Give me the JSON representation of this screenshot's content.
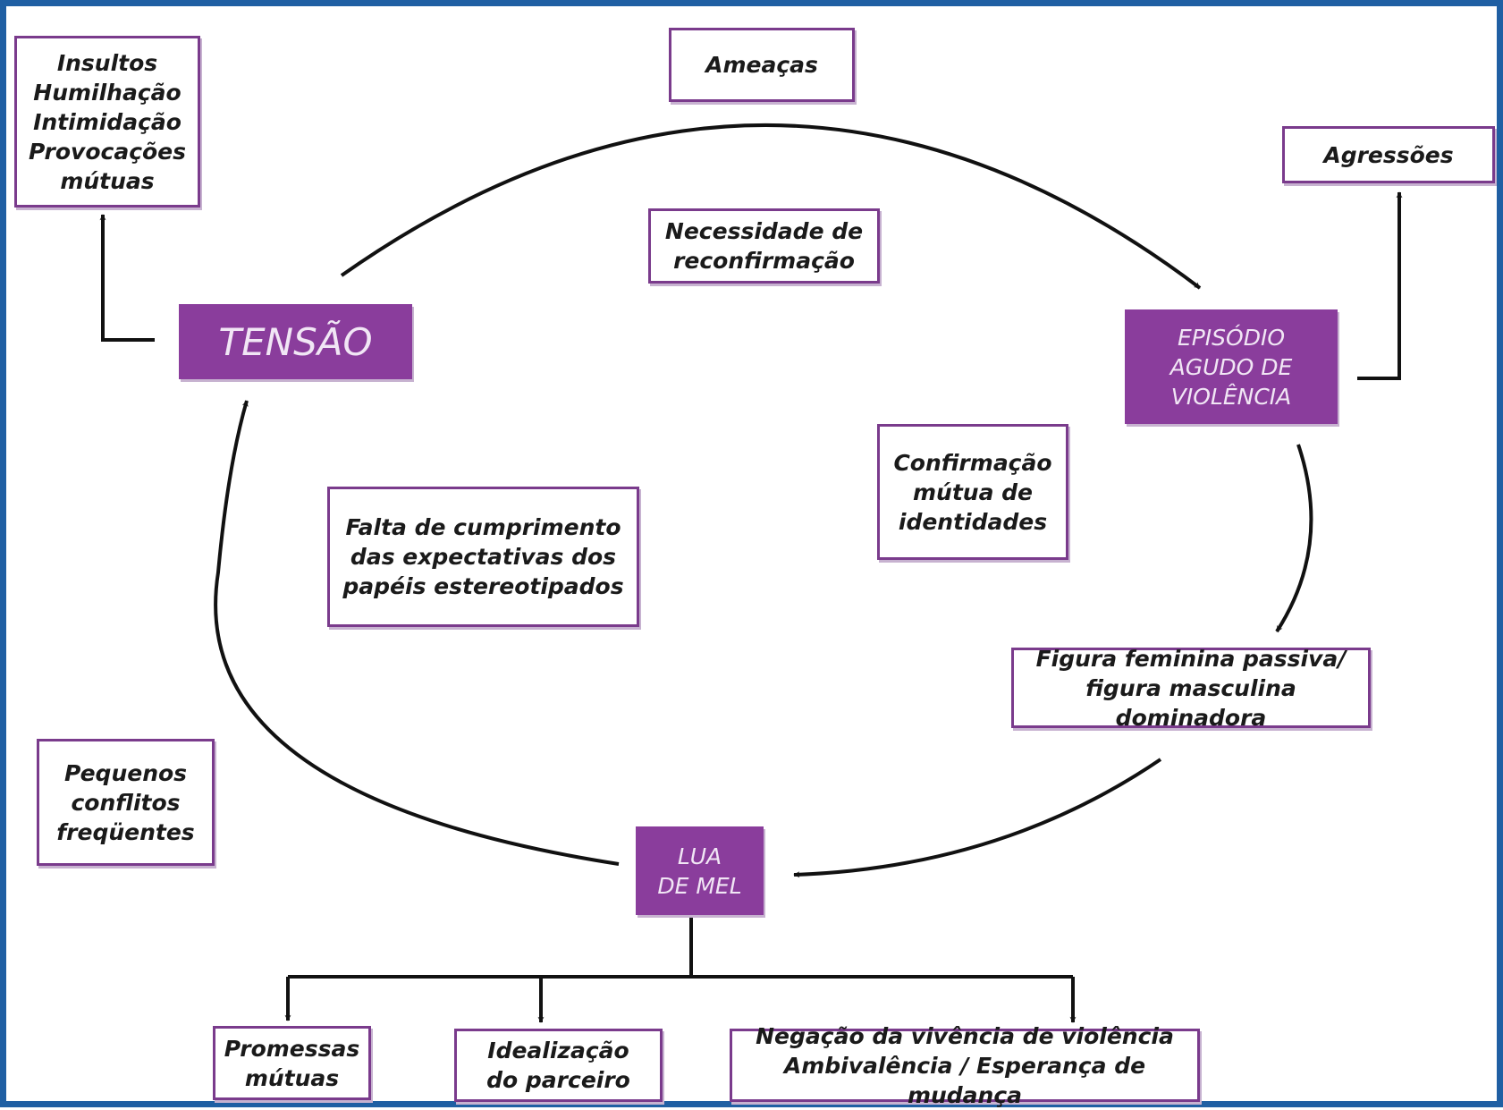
{
  "colors": {
    "stage_fill": "#8a3d9c",
    "stage_text": "#f1e6f5",
    "box_border": "#7a3b8c",
    "frame_border": "#1f5fa3",
    "arrow": "#111111"
  },
  "stages": {
    "tension": "TENSÃO",
    "acute_violence": "EPISÓDIO\nAGUDO DE\nVIOLÊNCIA",
    "honeymoon": "LUA\nDE MEL"
  },
  "boxes": {
    "insults": "Insultos\nHumilhação\nIntimidação\nProvocações\nmútuas",
    "threats": "Ameaças",
    "aggressions": "Agressões",
    "reconfirmation": "Necessidade de\nreconfirmação",
    "identity_confirmation": "Confirmação\nmútua de\nidentidades",
    "unmet_expectations": "Falta de cumprimento\ndas expectativas dos\npapéis estereotipados",
    "small_conflicts": "Pequenos\nconflitos\nfreqüentes",
    "gender_roles": "Figura feminina passiva/\nfigura masculina dominadora",
    "mutual_promises": "Promessas\nmútuas",
    "partner_idealization": "Idealização\ndo parceiro",
    "denial_ambivalence": "Negação da vivência de violência\nAmbivalência / Esperança de mudança"
  }
}
